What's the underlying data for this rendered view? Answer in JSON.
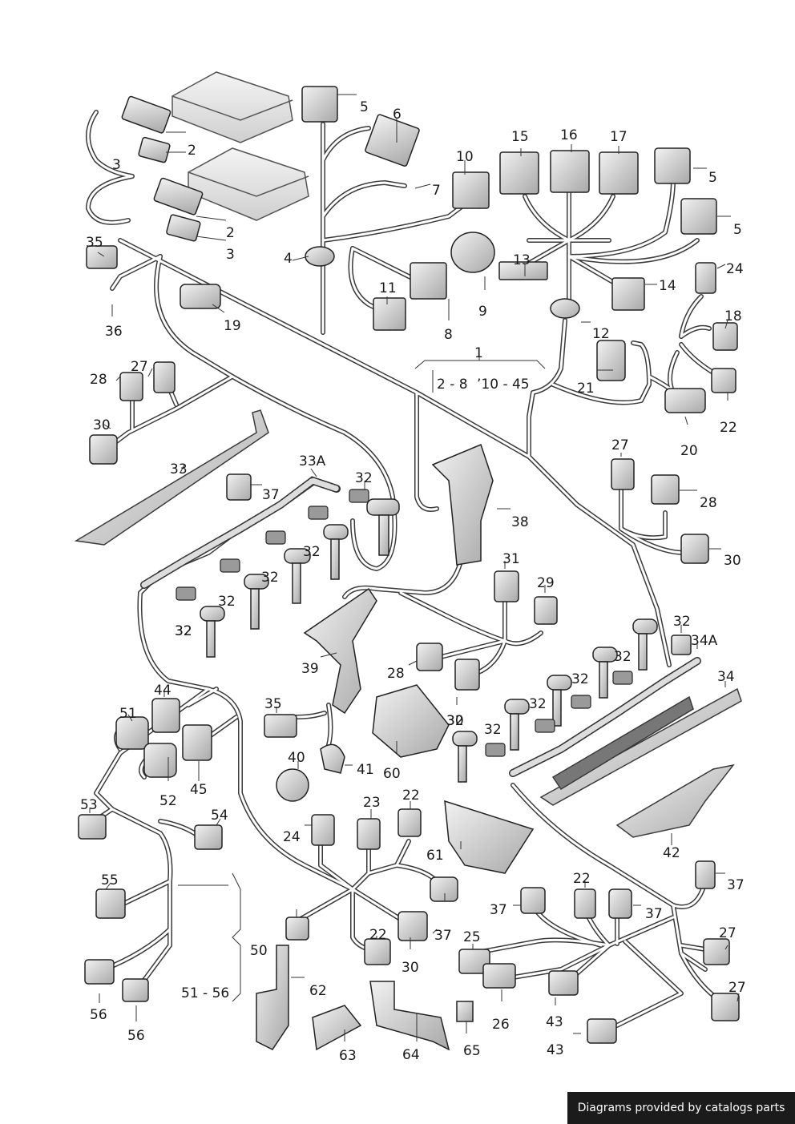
{
  "footer": {
    "text": "Diagrams provided by catalogs parts"
  },
  "labels": [
    "2",
    "2",
    "3",
    "3",
    "5",
    "5",
    "5",
    "6",
    "7",
    "10",
    "4",
    "15",
    "16",
    "17",
    "13",
    "11",
    "9",
    "8",
    "12",
    "14",
    "24",
    "18",
    "35",
    "36",
    "19",
    "1",
    "2 - 8",
    "’10 - 45",
    "21",
    "27",
    "28",
    "30",
    "22",
    "20",
    "33A",
    "33",
    "32",
    "37",
    "38",
    "32",
    "32",
    "32",
    "32",
    "27",
    "28",
    "30",
    "31",
    "29",
    "39",
    "28",
    "32",
    "34A",
    "32",
    "32",
    "32",
    "34",
    "32",
    "32",
    "32",
    "44",
    "51",
    "45",
    "52",
    "35",
    "40",
    "41",
    "60",
    "30",
    "53",
    "54",
    "55",
    "56",
    "56",
    "50",
    "51 - 56",
    "24",
    "23",
    "22",
    "37",
    "61",
    "42",
    "37",
    "22",
    "37",
    "37",
    "25",
    "26",
    "43",
    "43",
    "62",
    "63",
    "64",
    "65",
    "22",
    "30",
    "27",
    "27"
  ],
  "colors": {
    "line": "#3a3a3a",
    "part_fill": "#d9d9d9",
    "part_fill_dark": "#bdbdbd",
    "ecu_fill": "#e8e8e8"
  }
}
